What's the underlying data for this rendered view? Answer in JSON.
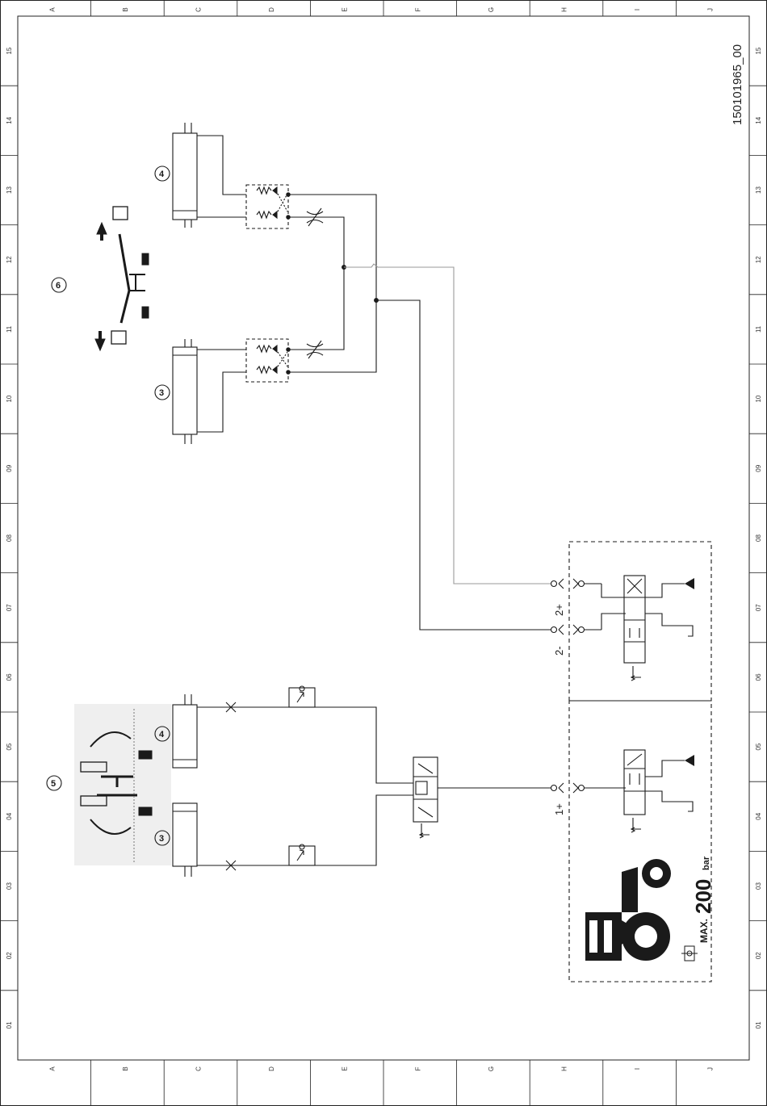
{
  "drawing": {
    "number": "150101965_00",
    "grid_columns": [
      "A",
      "B",
      "C",
      "D",
      "E",
      "F",
      "G",
      "H",
      "I",
      "J"
    ],
    "grid_rows": [
      "15",
      "14",
      "13",
      "12",
      "11",
      "10",
      "09",
      "08",
      "07",
      "06",
      "05",
      "04",
      "03",
      "02",
      "01"
    ]
  },
  "callouts": {
    "upper_cyl_top": "4",
    "upper_cyl_bottom": "3",
    "upper_machine": "6",
    "lower_cyl_top": "4",
    "lower_cyl_bottom": "3",
    "lower_machine": "5"
  },
  "ports": {
    "p2_plus": "2+",
    "p2_minus": "2-",
    "p1_plus": "1+"
  },
  "pressure_plate": {
    "max_label": "MAX.",
    "value": "200",
    "unit": "bar"
  },
  "colors": {
    "line": "#1a1a1a",
    "grey_line": "#9a9a9a",
    "fill": "#1a1a1a"
  }
}
